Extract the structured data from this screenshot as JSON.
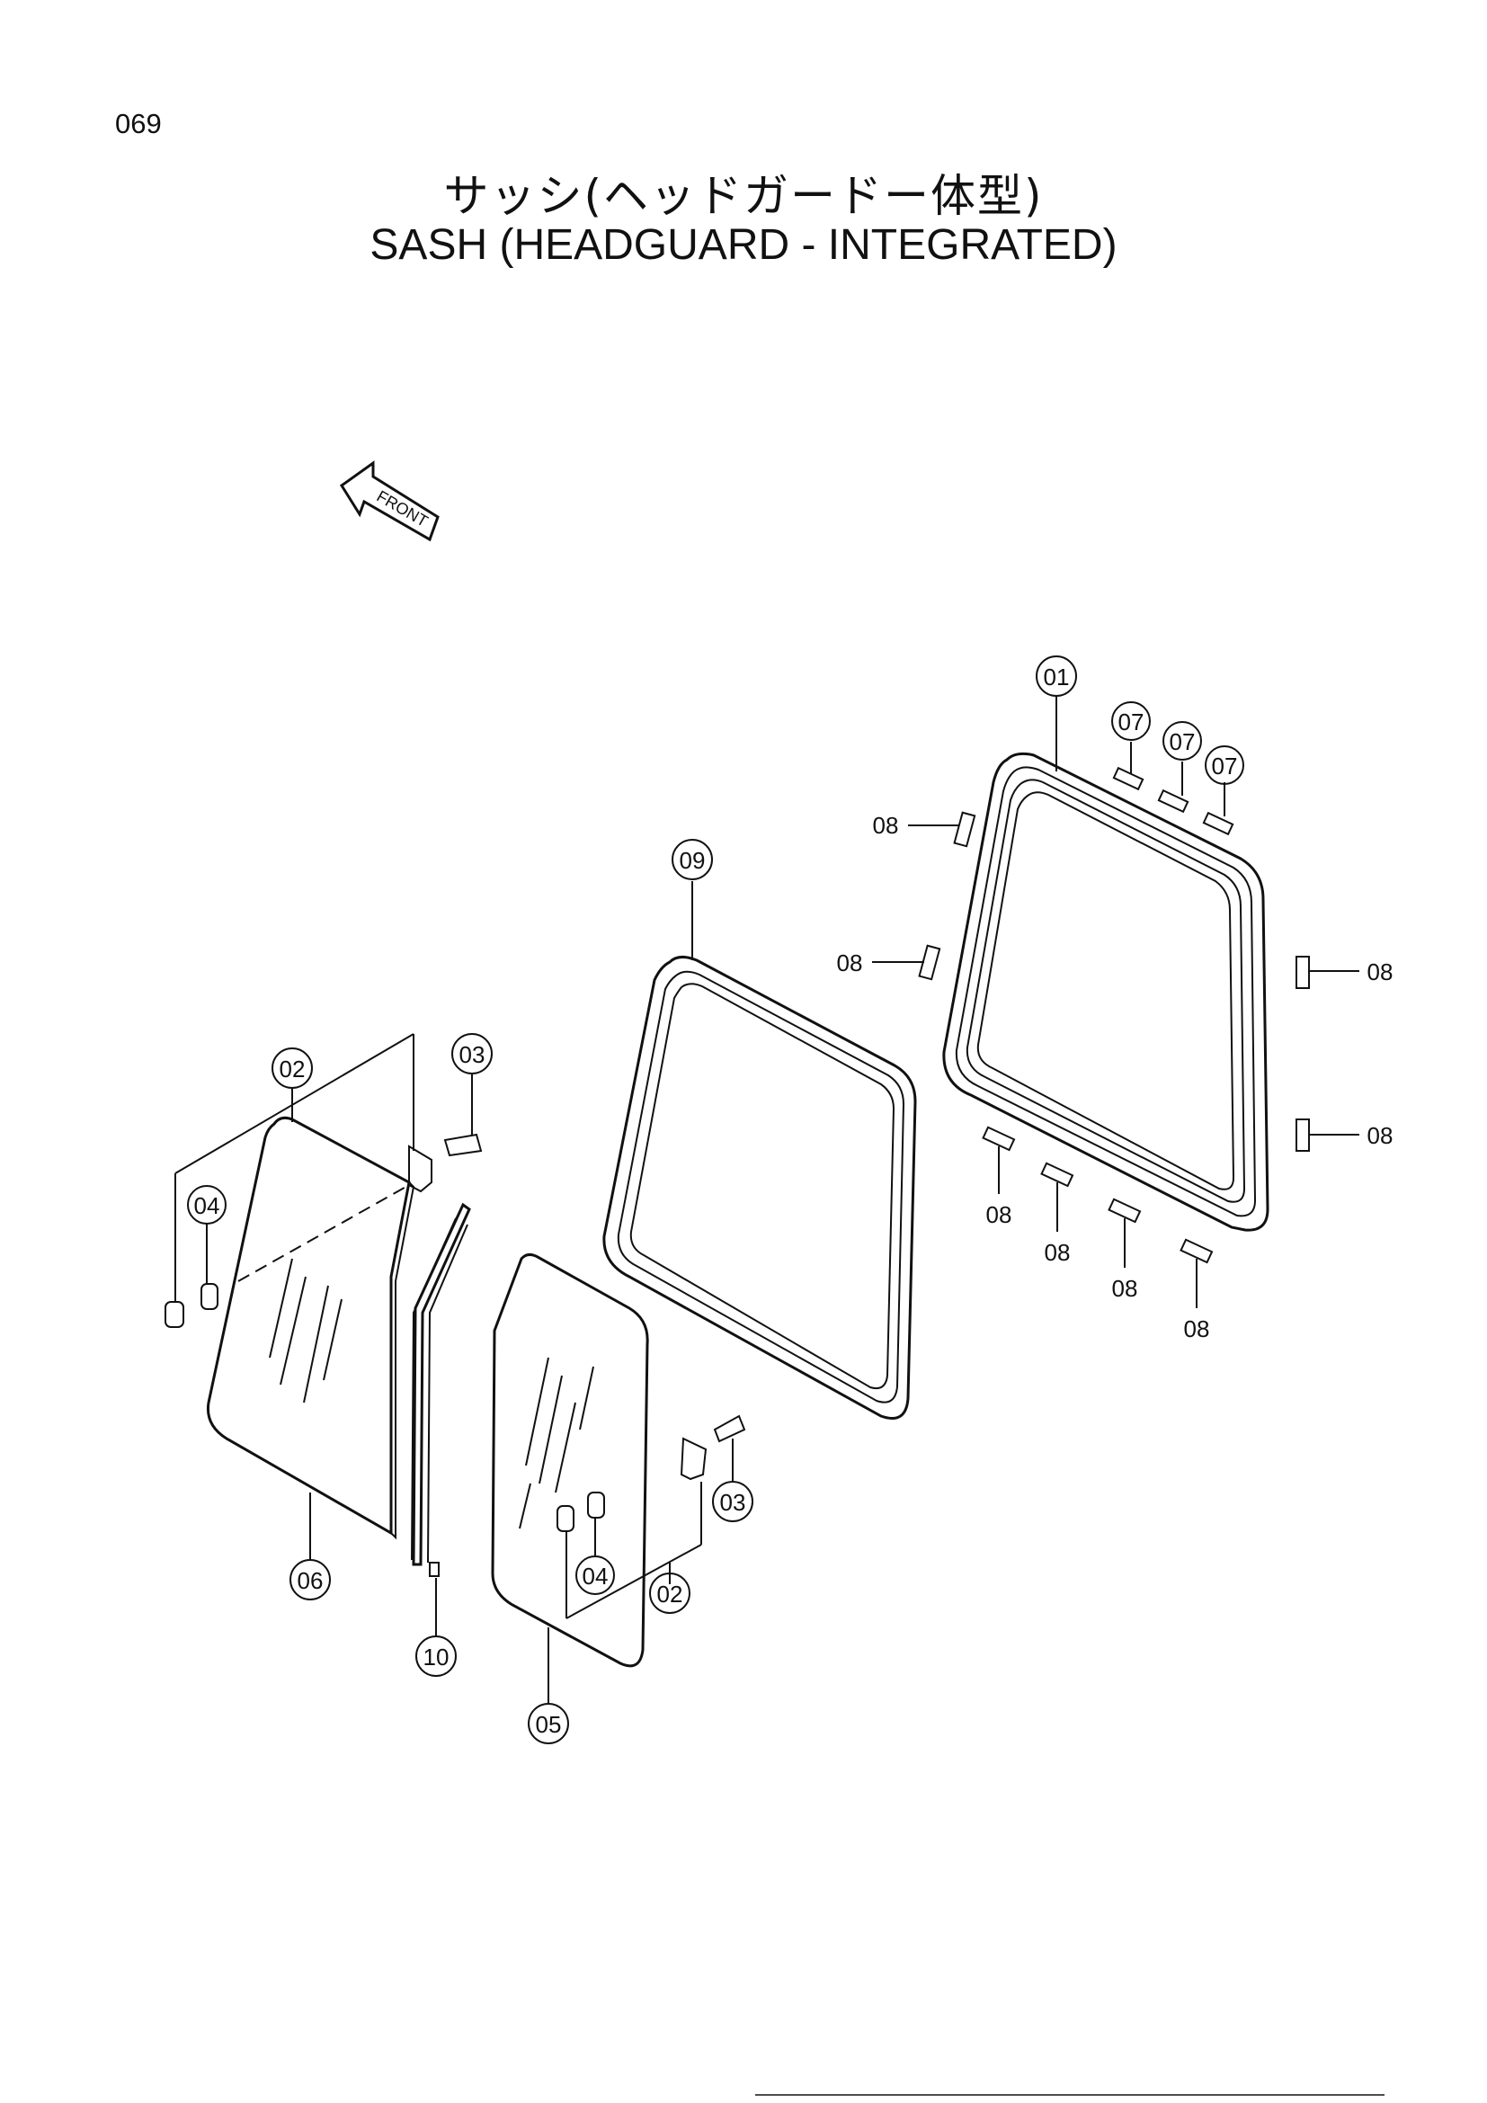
{
  "page_number": "069",
  "title_jp": "サッシ(ヘッドガードー体型)",
  "title_en": "SASH (HEADGUARD - INTEGRATED)",
  "front_arrow_label": "FRONT",
  "callouts": {
    "c01": "01",
    "c09": "09",
    "c07a": "07",
    "c07b": "07",
    "c07c": "07",
    "c02a": "02",
    "c02b": "02",
    "c03a": "03",
    "c03b": "03",
    "c04a": "04",
    "c04b": "04",
    "c05": "05",
    "c06": "06",
    "c10": "10"
  },
  "labels08": {
    "a": "08",
    "b": "08",
    "c": "08",
    "d": "08",
    "e": "08",
    "f": "08",
    "g": "08",
    "h": "08"
  }
}
